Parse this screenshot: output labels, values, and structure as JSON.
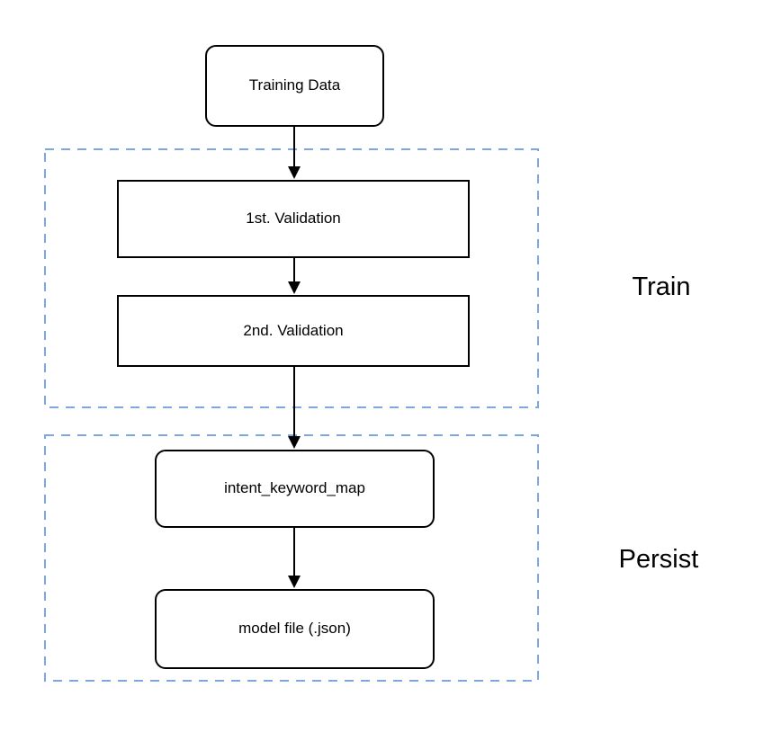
{
  "diagram": {
    "type": "flowchart",
    "nodes": {
      "training_data": {
        "label": "Training Data",
        "shape": "rounded-rectangle"
      },
      "first_validation": {
        "label": "1st. Validation",
        "shape": "rectangle"
      },
      "second_validation": {
        "label": "2nd. Validation",
        "shape": "rectangle"
      },
      "intent_keyword_map": {
        "label": "intent_keyword_map",
        "shape": "rounded-rectangle"
      },
      "model_file": {
        "label": "model file (.json)",
        "shape": "rounded-rectangle"
      }
    },
    "groups": {
      "train": {
        "label": "Train",
        "contains": [
          "1st. Validation",
          "2nd. Validation"
        ]
      },
      "persist": {
        "label": "Persist",
        "contains": [
          "intent_keyword_map",
          "model file (.json)"
        ]
      }
    },
    "edges": [
      {
        "from": "Training Data",
        "to": "1st. Validation",
        "style": "arrow-down"
      },
      {
        "from": "1st. Validation",
        "to": "2nd. Validation",
        "style": "arrow-down"
      },
      {
        "from": "2nd. Validation",
        "to": "intent_keyword_map",
        "style": "arrow-down"
      },
      {
        "from": "intent_keyword_map",
        "to": "model file (.json)",
        "style": "arrow-down"
      }
    ],
    "colors": {
      "background": "#ffffff",
      "node_fill": "#ffffff",
      "node_border": "#000000",
      "group_border": "#7ea6e0",
      "arrow": "#000000",
      "text": "#000000"
    }
  }
}
